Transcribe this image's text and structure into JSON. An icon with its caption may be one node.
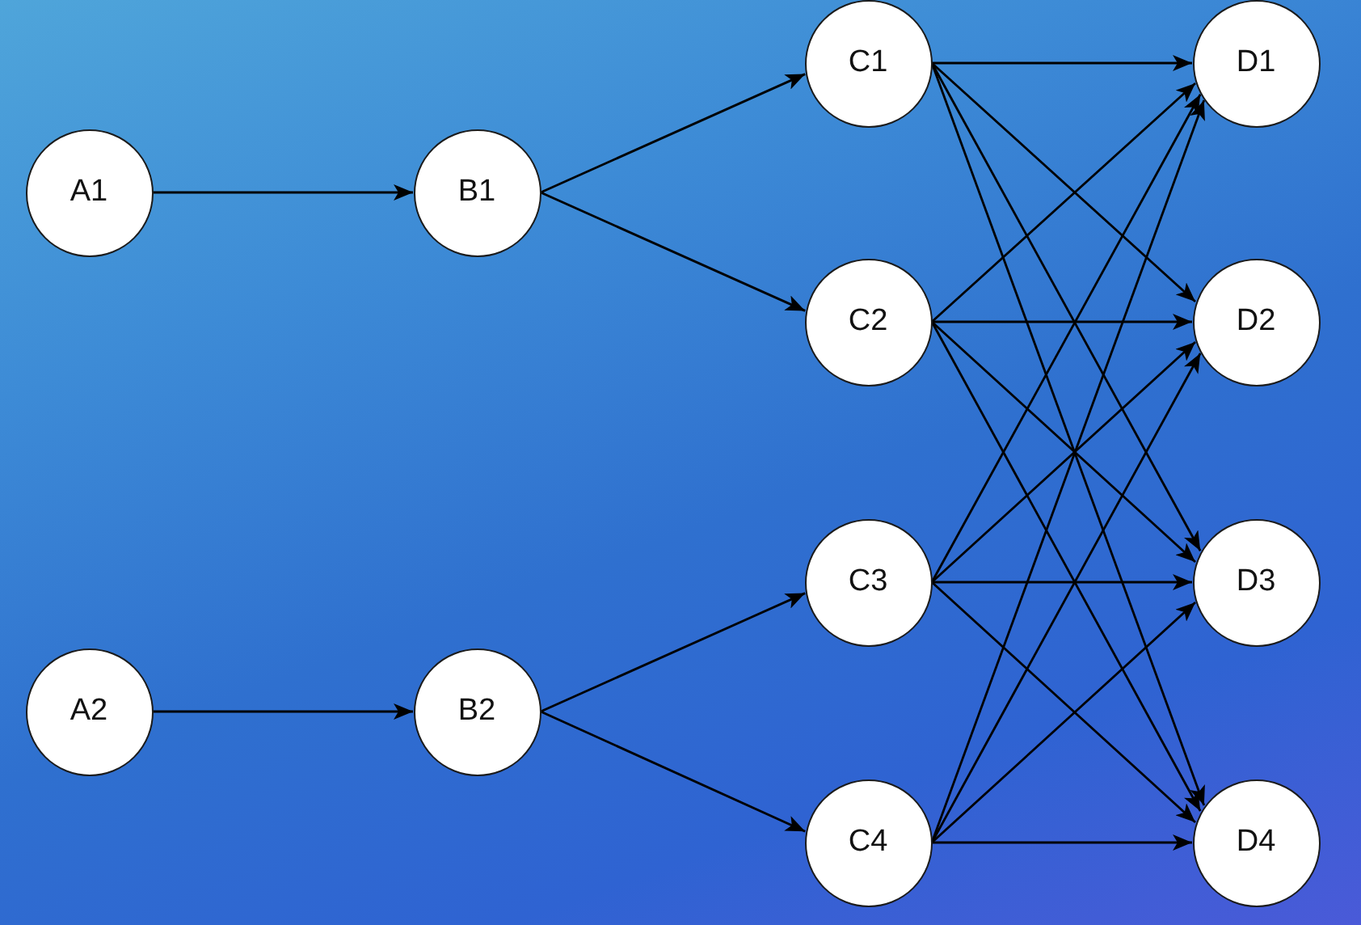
{
  "diagram": {
    "nodes": [
      {
        "text": [
          "A1"
        ]
      },
      {
        "text": [
          "A2"
        ]
      },
      {
        "text": [
          "B1"
        ]
      },
      {
        "text": [
          "B2"
        ]
      },
      {
        "text": [
          "C1"
        ]
      },
      {
        "text": [
          "C2"
        ]
      },
      {
        "text": [
          "C3"
        ]
      },
      {
        "text": [
          "C4"
        ]
      },
      {
        "text": [
          "D1"
        ]
      },
      {
        "text": [
          "D2"
        ]
      },
      {
        "text": [
          "D3"
        ]
      },
      {
        "text": [
          "D4"
        ]
      }
    ],
    "edges": [
      {
        "from": 0,
        "to": 2,
        "arrow": "to"
      },
      {
        "from": 1,
        "to": 3,
        "arrow": "to"
      },
      {
        "from": 2,
        "to": 4,
        "arrow": "to"
      },
      {
        "from": 2,
        "to": 5,
        "arrow": "to"
      },
      {
        "from": 3,
        "to": 6,
        "arrow": "to"
      },
      {
        "from": 3,
        "to": 7,
        "arrow": "to"
      },
      {
        "from": 4,
        "to": 8,
        "arrow": "to"
      },
      {
        "from": 4,
        "to": 9,
        "arrow": "to"
      },
      {
        "from": 4,
        "to": 10,
        "arrow": "to"
      },
      {
        "from": 4,
        "to": 11,
        "arrow": "to"
      },
      {
        "from": 5,
        "to": 8,
        "arrow": "to"
      },
      {
        "from": 5,
        "to": 9,
        "arrow": "to"
      },
      {
        "from": 5,
        "to": 10,
        "arrow": "to"
      },
      {
        "from": 5,
        "to": 11,
        "arrow": "to"
      },
      {
        "from": 6,
        "to": 8,
        "arrow": "to"
      },
      {
        "from": 6,
        "to": 9,
        "arrow": "to"
      },
      {
        "from": 6,
        "to": 10,
        "arrow": "to"
      },
      {
        "from": 6,
        "to": 11,
        "arrow": "to"
      },
      {
        "from": 7,
        "to": 8,
        "arrow": "to"
      },
      {
        "from": 7,
        "to": 9,
        "arrow": "to"
      },
      {
        "from": 7,
        "to": 10,
        "arrow": "to"
      },
      {
        "from": 7,
        "to": 11,
        "arrow": "to"
      }
    ]
  }
}
